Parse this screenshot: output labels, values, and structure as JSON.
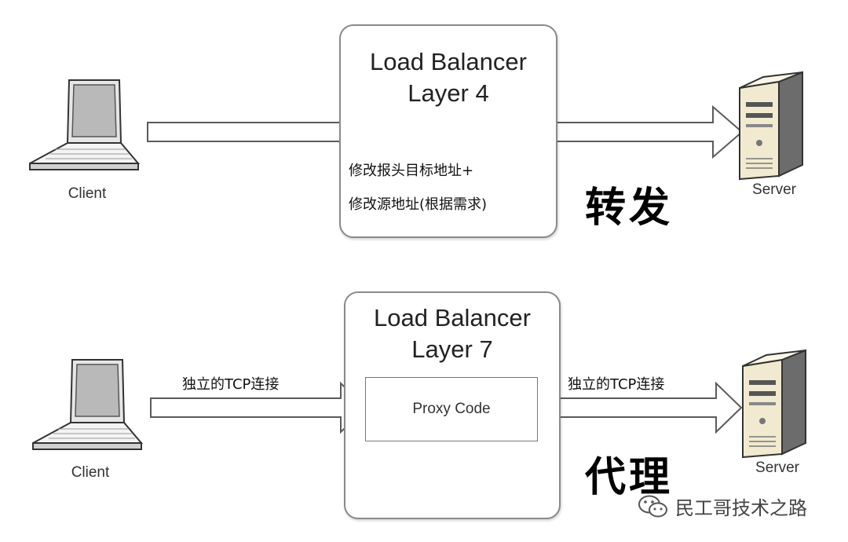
{
  "layer4": {
    "title_line1": "Load Balancer",
    "title_line2": "Layer 4",
    "note_line1": "修改报头目标地址+",
    "note_line2": "修改源地址(根据需求)",
    "label": "转发",
    "client_label": "Client",
    "server_label": "Server"
  },
  "layer7": {
    "title_line1": "Load Balancer",
    "title_line2": "Layer 7",
    "proxy_label": "Proxy Code",
    "conn_label_left": "独立的TCP连接",
    "conn_label_right": "独立的TCP连接",
    "label": "代理",
    "client_label": "Client",
    "server_label": "Server"
  },
  "watermark": {
    "text": "民工哥技术之路",
    "icon": "wechat-icon"
  },
  "colors": {
    "box_border": "#8a8a8a",
    "arrow_stroke": "#5a5a5a",
    "server_body": "#f2ead0"
  }
}
